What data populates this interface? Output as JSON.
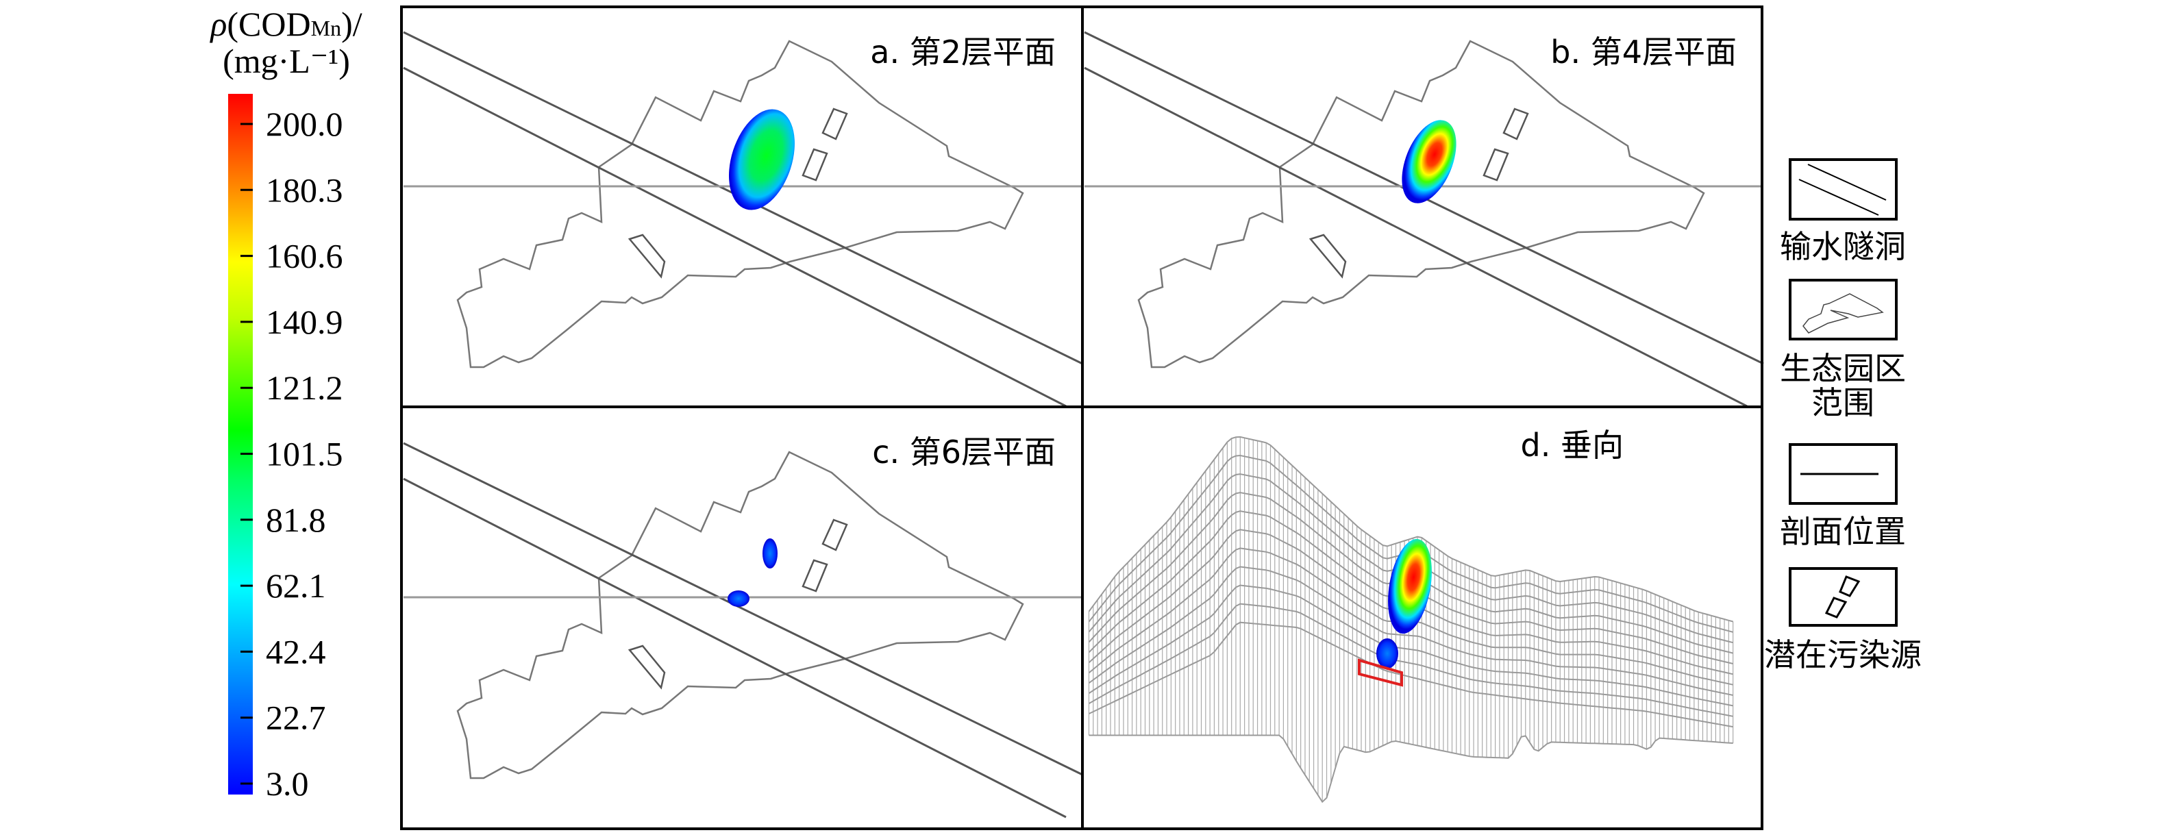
{
  "colorbar": {
    "title_rho": "ρ",
    "title_main": "(COD",
    "title_sub": "Mn",
    "title_end": ")/",
    "unit_line": "(mg·L⁻¹)",
    "ticks": [
      "200.0",
      "180.3",
      "160.6",
      "140.9",
      "121.2",
      "101.5",
      "81.8",
      "62.1",
      "42.4",
      "22.7",
      "3.0"
    ],
    "tick_values": [
      200.0,
      180.3,
      160.6,
      140.9,
      121.2,
      101.5,
      81.8,
      62.1,
      42.4,
      22.7,
      3.0
    ],
    "range": [
      3.0,
      200.0
    ],
    "colors": [
      "#0000ff",
      "#00a0ff",
      "#00ffff",
      "#00ff80",
      "#00ff00",
      "#a0ff00",
      "#ffff00",
      "#ffa000",
      "#ff5000",
      "#ff0000"
    ]
  },
  "panels": [
    {
      "id": "a",
      "label": "a. 第2层平面"
    },
    {
      "id": "b",
      "label": "b. 第4层平面"
    },
    {
      "id": "c",
      "label": "c. 第6层平面"
    },
    {
      "id": "d",
      "label": "d. 垂向"
    }
  ],
  "legend": {
    "items": [
      {
        "icon": "tunnel-icon",
        "label": "输水隧洞"
      },
      {
        "icon": "park-boundary-icon",
        "label": "生态园区",
        "label2": "范围"
      },
      {
        "icon": "section-line-icon",
        "label": "剖面位置"
      },
      {
        "icon": "pollution-source-icon",
        "label": "潜在污染源"
      }
    ]
  },
  "style": {
    "line_gray": "#6e6e6e",
    "source_red": "#e02020"
  }
}
